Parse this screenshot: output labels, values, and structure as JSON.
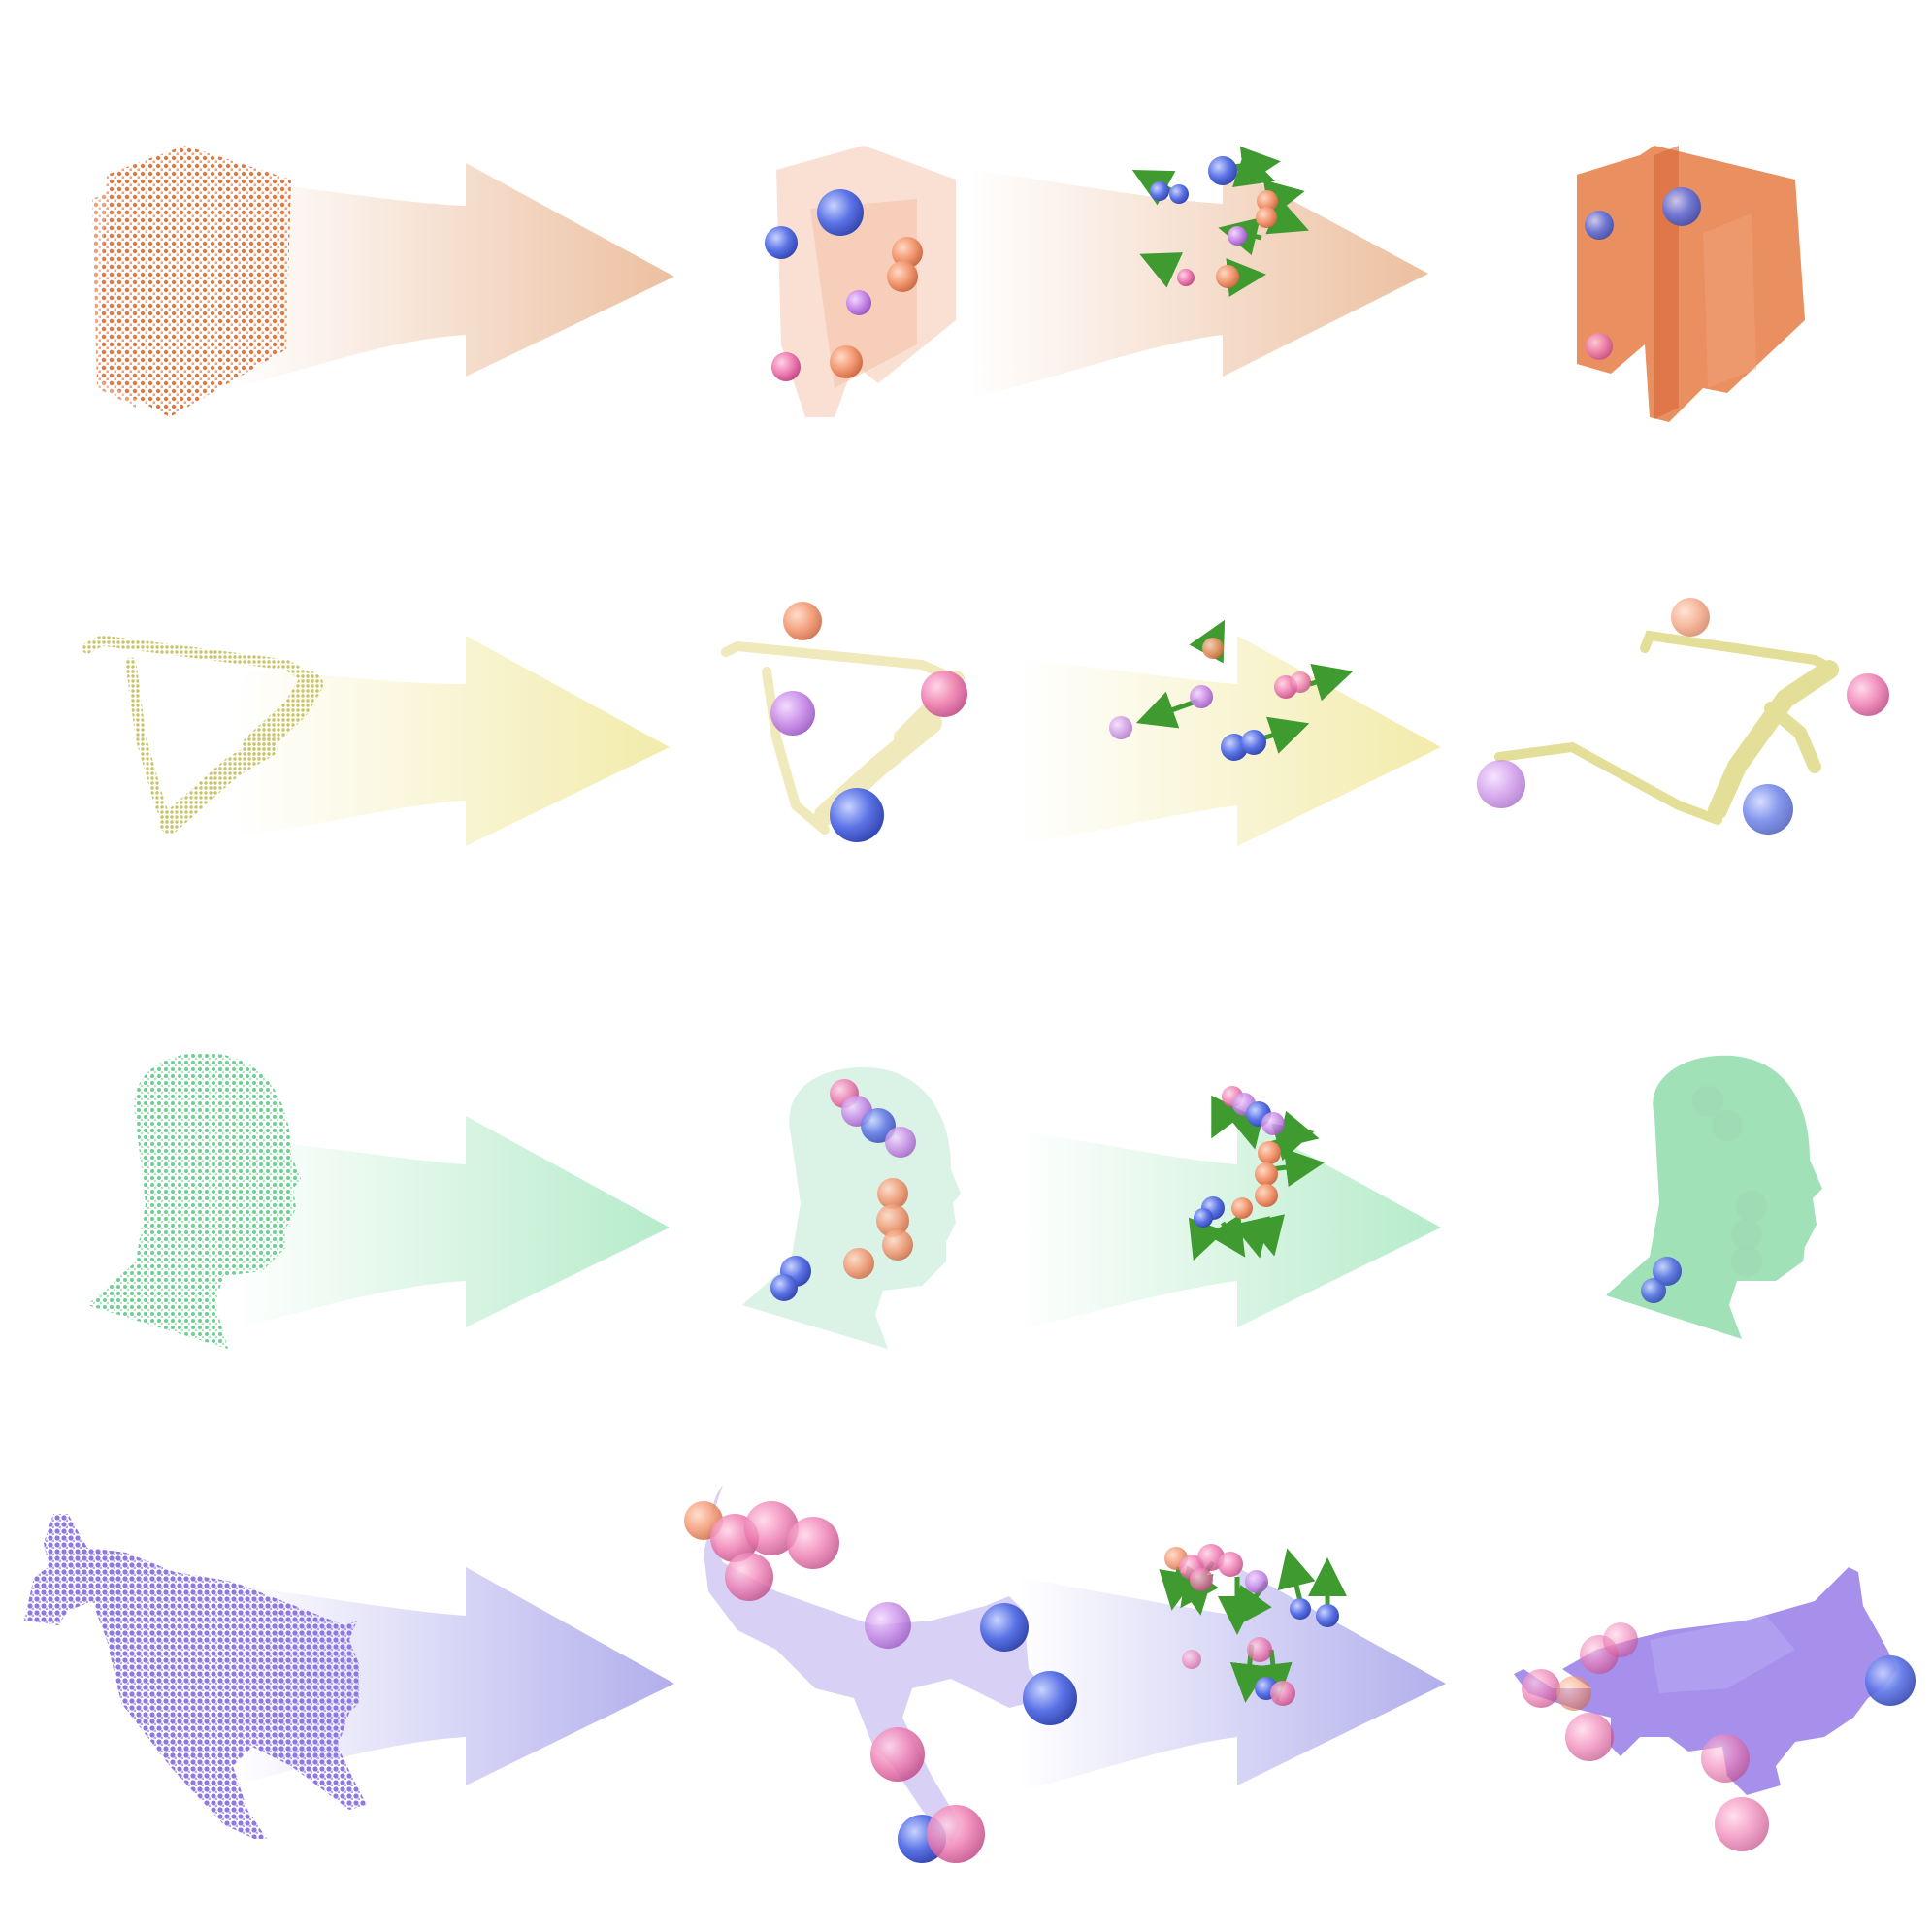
{
  "figure": {
    "columns": [
      "input-point-cloud",
      "shape-with-keypoints",
      "keypoint-motion",
      "deformed-shape"
    ],
    "rows": [
      {
        "id": "cabinet",
        "color": "#e8834f",
        "arrow_color": "#e9b48f"
      },
      {
        "id": "eyeglasses",
        "color": "#d8d37c",
        "arrow_color": "#f1e9a1"
      },
      {
        "id": "head",
        "color": "#6fcf93",
        "arrow_color": "#a8e8c0"
      },
      {
        "id": "cat",
        "color": "#8f78e0",
        "arrow_color": "#a9a5ea"
      }
    ],
    "sphere_colors": {
      "blue": "#5b73e6",
      "pink": "#ef7fb4",
      "orange": "#f39a74",
      "purple": "#c98be8"
    },
    "motion_arrow_color": "#3f9b2f"
  }
}
